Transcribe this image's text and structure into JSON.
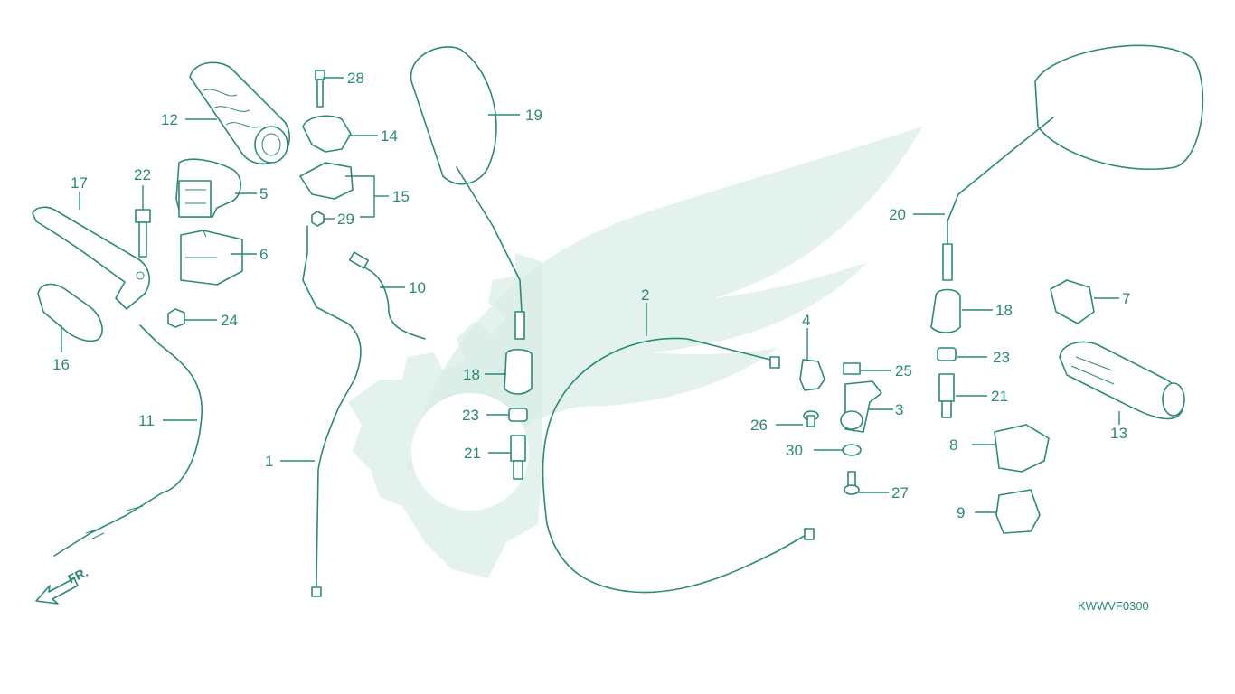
{
  "diagram": {
    "callouts": [
      "1",
      "2",
      "3",
      "4",
      "5",
      "6",
      "7",
      "8",
      "9",
      "10",
      "11",
      "12",
      "13",
      "14",
      "15",
      "16",
      "17",
      "18",
      "18",
      "19",
      "20",
      "21",
      "21",
      "22",
      "23",
      "23",
      "24",
      "25",
      "26",
      "27",
      "28",
      "29",
      "30"
    ],
    "diagram_code": "KWWVF0300",
    "front_arrow_label": "FR.",
    "colors": {
      "line": "#2a8a7a",
      "watermark": "#d9ece6",
      "background": "#ffffff"
    }
  }
}
